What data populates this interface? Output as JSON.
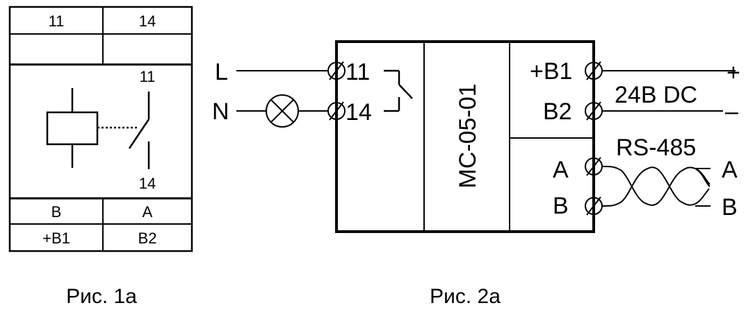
{
  "figure1": {
    "top_left": "11",
    "top_right": "14",
    "contact_top": "11",
    "contact_bottom": "14",
    "bottom_row1_left": "B",
    "bottom_row1_right": "A",
    "bottom_row2_left": "+B1",
    "bottom_row2_right": "B2",
    "caption": "Рис. 1а"
  },
  "figure2": {
    "input_L": "L",
    "input_N": "N",
    "terminal_11": "11",
    "terminal_14": "14",
    "device_name": "МС-05-01",
    "terminal_b1": "+В1",
    "terminal_b2": "В2",
    "terminal_a": "А",
    "terminal_b": "В",
    "supply_label": "24В DC",
    "supply_plus": "+",
    "supply_minus": "–",
    "bus_label": "RS-485",
    "bus_a": "А",
    "bus_b": "В",
    "caption": "Рис. 2а"
  }
}
